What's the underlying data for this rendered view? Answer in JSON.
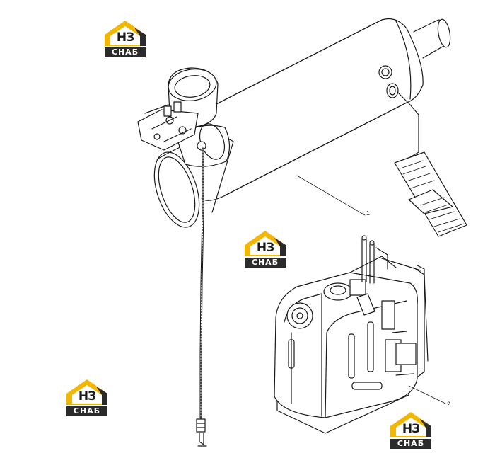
{
  "watermarks": [
    {
      "top_text": "НЗ",
      "bottom_text": "СНАБ"
    },
    {
      "top_text": "НЗ",
      "bottom_text": "СНАБ"
    },
    {
      "top_text": "НЗ",
      "bottom_text": "СНАБ"
    },
    {
      "top_text": "НЗ",
      "bottom_text": "СНАБ"
    }
  ],
  "callouts": [
    {
      "label": "1"
    },
    {
      "label": "2"
    }
  ],
  "colors": {
    "logo_yellow": "#f2b705",
    "logo_dark": "#2b2b2b",
    "line": "#1a1a1a"
  }
}
